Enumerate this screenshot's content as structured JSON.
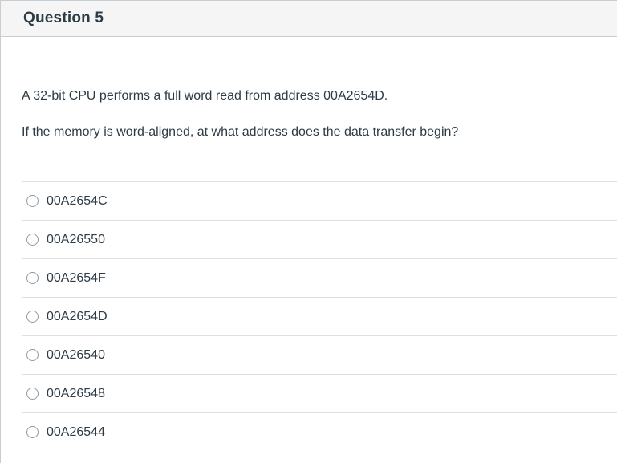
{
  "question": {
    "header": {
      "title": "Question 5"
    },
    "body": {
      "paragraph1": "A 32-bit CPU performs a full word read from address 00A2654D.",
      "paragraph2": "If the memory is word-aligned, at what address does the data transfer begin?"
    },
    "options": [
      {
        "label": "00A2654C",
        "selected": false
      },
      {
        "label": "00A26550",
        "selected": false
      },
      {
        "label": "00A2654F",
        "selected": false
      },
      {
        "label": "00A2654D",
        "selected": false
      },
      {
        "label": "00A26540",
        "selected": false
      },
      {
        "label": "00A26548",
        "selected": false
      },
      {
        "label": "00A26544",
        "selected": false
      }
    ],
    "colors": {
      "header_bg": "#F5F5F5",
      "container_border": "#C7CDD1",
      "divider": "#DDDFE2",
      "text": "#2D3B45",
      "radio_border": "#8F9AA1"
    }
  }
}
